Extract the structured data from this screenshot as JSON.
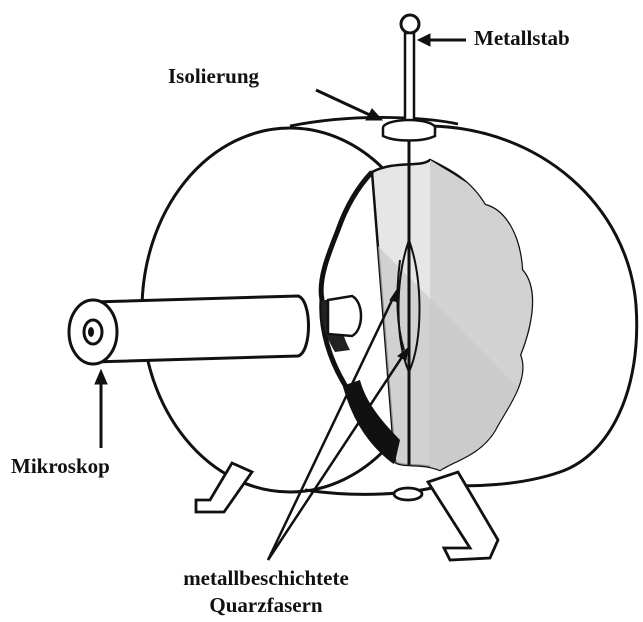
{
  "diagram": {
    "labels": {
      "metallstab": "Metallstab",
      "isolierung": "Isolierung",
      "mikroskop": "Mikroskop",
      "fasern_line1": "metallbeschichtete",
      "fasern_line2": "Quarzfasern"
    },
    "colors": {
      "ink": "#111111",
      "paper": "#ffffff",
      "interior_shade": "#d9d9d9",
      "interior_light": "#ededed"
    }
  }
}
